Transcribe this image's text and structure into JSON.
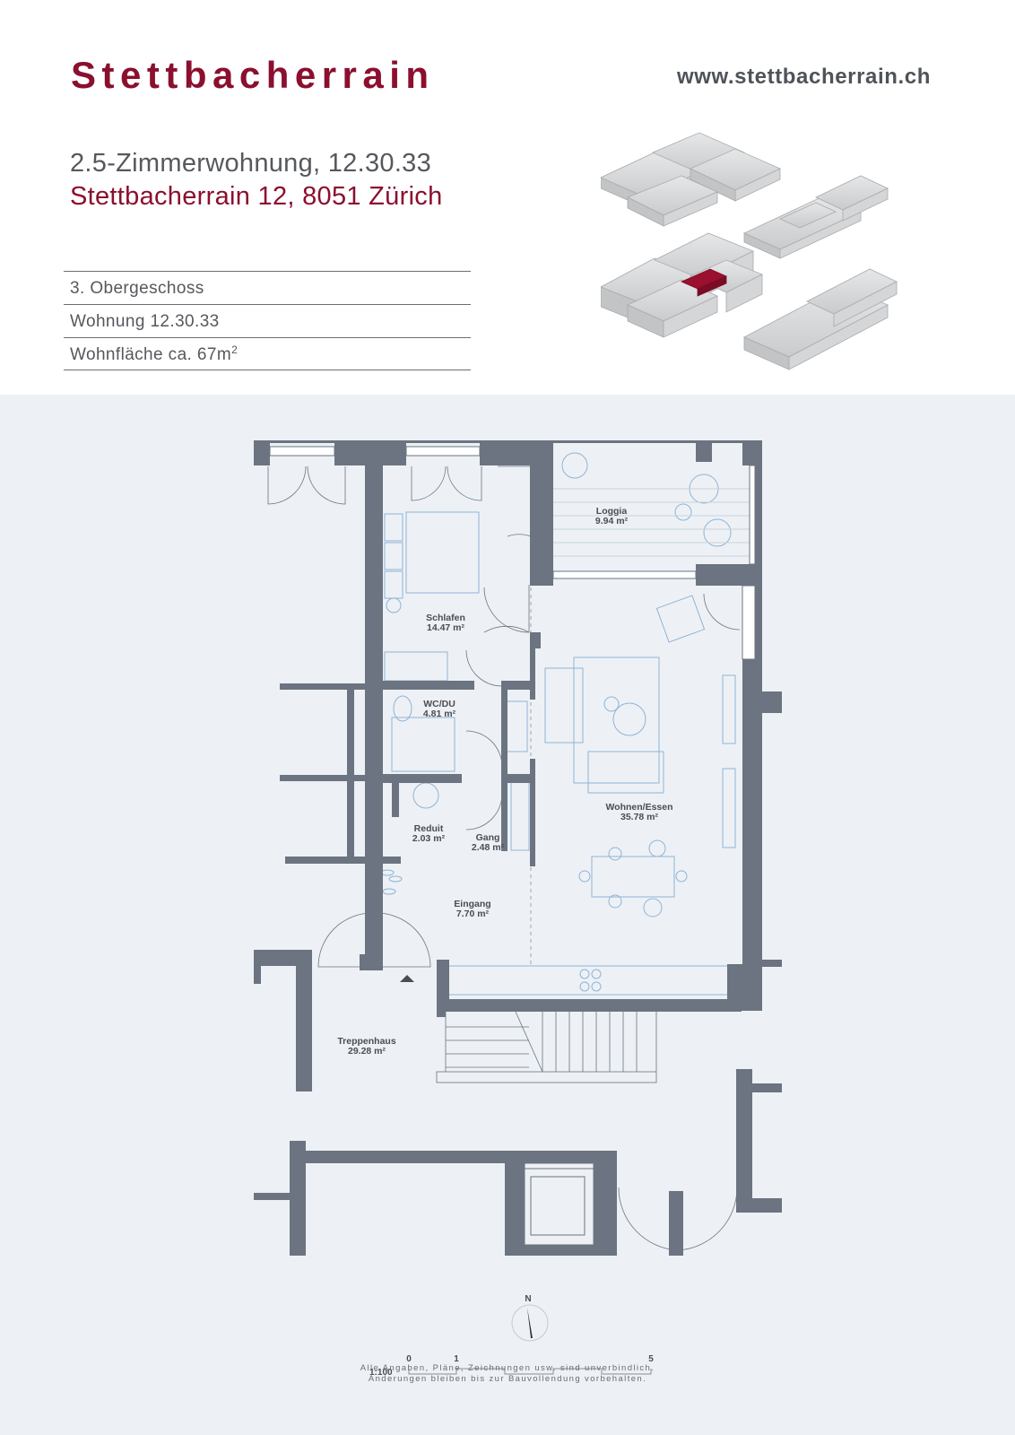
{
  "header": {
    "brand": "Stettbacherrain",
    "website": "www.stettbacherrain.ch"
  },
  "apartment": {
    "title": "2.5-Zimmerwohnung, 12.30.33",
    "address": "Stettbacherrain 12, 8051 Zürich"
  },
  "info": {
    "floor": "3. Obergeschoss",
    "unit": "Wohnung 12.30.33",
    "area_text": "Wohnfläche ca. 67m",
    "area_sup": "2"
  },
  "rooms": [
    {
      "name": "Loggia",
      "area": "9.94 m²"
    },
    {
      "name": "Schlafen",
      "area": "14.47 m²"
    },
    {
      "name": "WC/DU",
      "area": "4.81 m²"
    },
    {
      "name": "Wohnen/Essen",
      "area": "35.78 m²"
    },
    {
      "name": "Reduit",
      "area": "2.03 m²"
    },
    {
      "name": "Gang",
      "area": "2.48 m²"
    },
    {
      "name": "Eingang",
      "area": "7.70 m²"
    },
    {
      "name": "Treppenhaus",
      "area": "29.28 m²"
    }
  ],
  "compass": {
    "north": "N"
  },
  "scale": {
    "label": "1:100",
    "ticks": [
      "0",
      "1",
      "5"
    ]
  },
  "disclaimer": {
    "line1": "Alle Angaben, Pläne, Zeichnungen usw. sind unverbindlich.",
    "line2": "Änderungen bleiben bis zur Bauvollendung vorbehalten."
  },
  "colors": {
    "brand": "#8b0f2e",
    "wall": "#6b7480",
    "plan_background": "#edf1f5",
    "furniture": "#8fb3d6",
    "highlight": "#9b0f2f"
  }
}
